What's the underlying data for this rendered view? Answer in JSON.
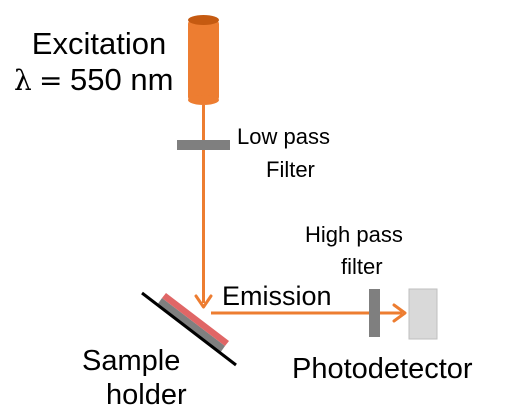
{
  "excitation": {
    "line1": "Excitation",
    "lambda_symbol": "λ",
    "equals": "=",
    "value": "550 nm"
  },
  "low_pass": {
    "line1": "Low pass",
    "line2": "Filter"
  },
  "high_pass": {
    "line1": "High pass",
    "line2": "filter"
  },
  "emission": {
    "label": "Emission"
  },
  "photodetector": {
    "label": "Photodetector"
  },
  "sample_holder": {
    "line1": "Sample",
    "line2": "holder"
  },
  "colors": {
    "laser_body": "#ED7D31",
    "laser_rim": "#C55A11",
    "beam": "#ED7D31",
    "filter_gray": "#7F7F7F",
    "sample_coating": "#E06666",
    "detector_fill": "#D9D9D9",
    "photodetector_text": "#A6A6A6"
  }
}
